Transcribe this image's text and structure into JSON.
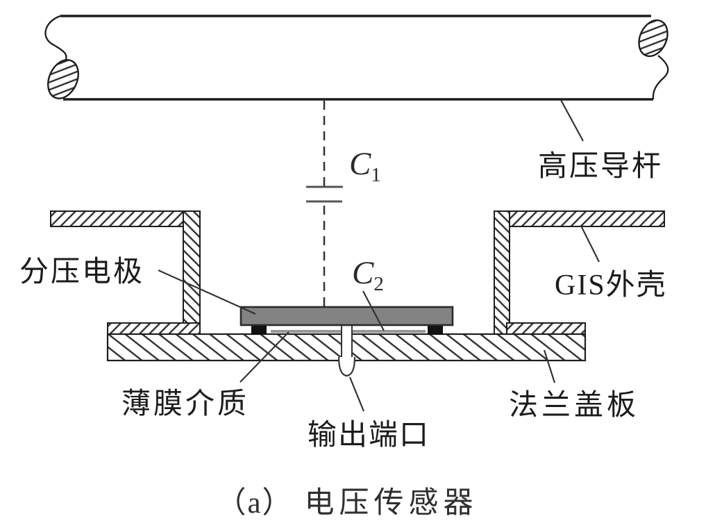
{
  "diagram": {
    "caption": {
      "prefix": "（a）",
      "title": "电压传感器"
    },
    "labels": {
      "rod": "高压导杆",
      "electrode": "分压电极",
      "gis_shell": "GIS外壳",
      "film": "薄膜介质",
      "output_port": "输出端口",
      "flange": "法兰盖板",
      "c1": {
        "symbol": "C",
        "sub": "1"
      },
      "c2": {
        "symbol": "C",
        "sub": "2"
      }
    },
    "colors": {
      "line": "#1d1d1d",
      "leader_line": "#333333",
      "electrode_fill": "#838383",
      "foot_fill": "#121212",
      "film_fill": "#969696",
      "capacitor_symbol": "#555555",
      "text": "#1c1c1c",
      "background": "#ffffff"
    }
  }
}
